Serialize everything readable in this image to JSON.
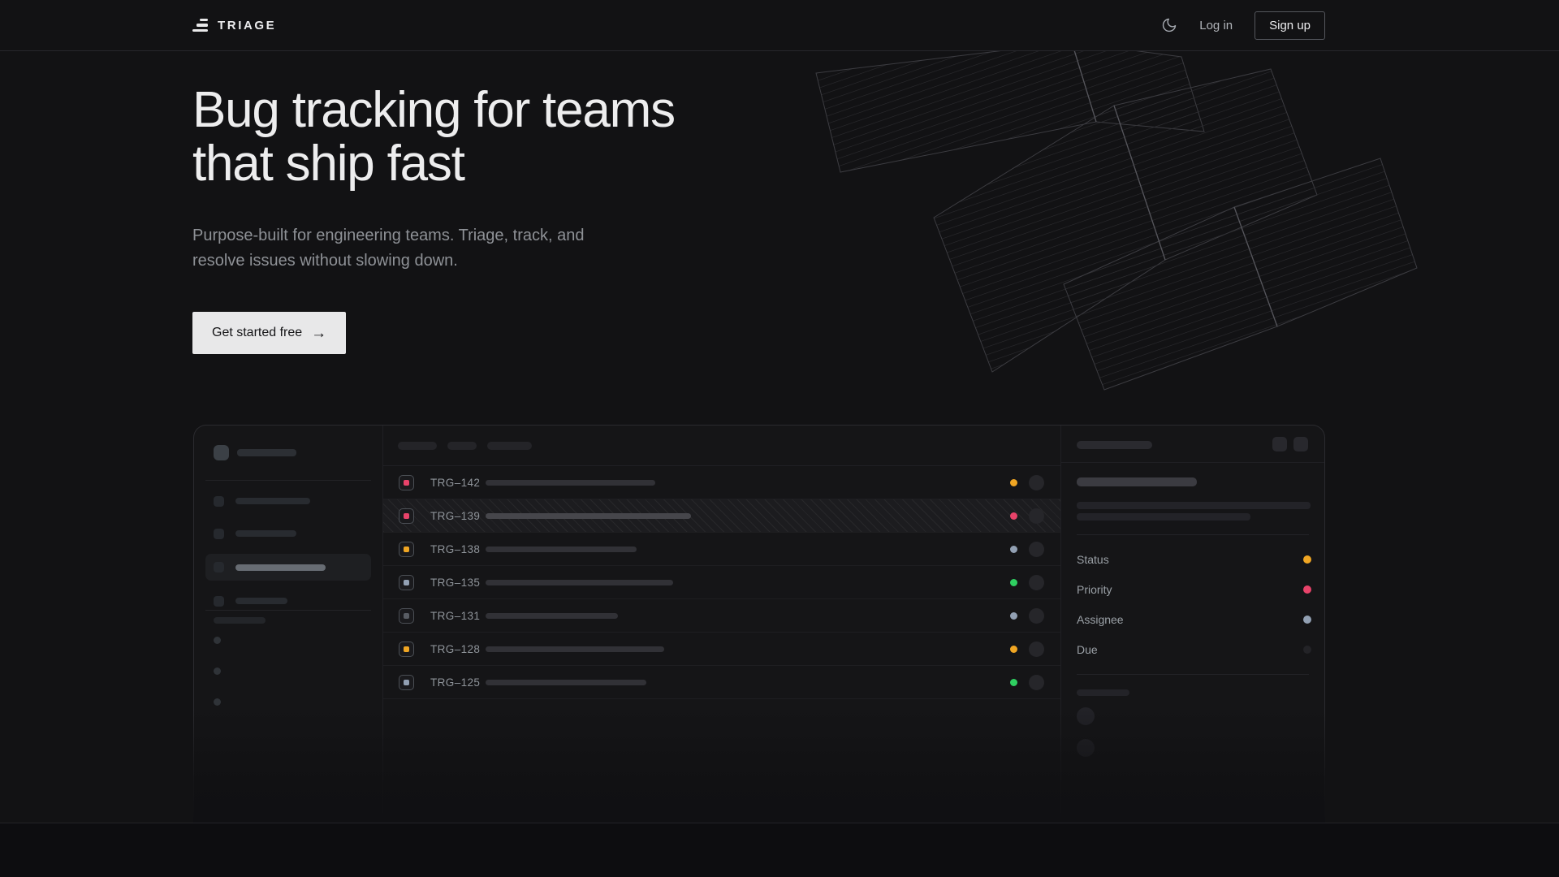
{
  "header": {
    "brand": "TRIAGE",
    "theme_icon": "moon-icon",
    "login": "Log in",
    "signup": "Sign up"
  },
  "hero": {
    "title_line1": "Bug tracking for teams",
    "title_line2": "that ship fast",
    "subtitle_line1": "Purpose-built for engineering teams. Triage, track, and",
    "subtitle_line2": "resolve issues without slowing down.",
    "cta_label": "Get started free",
    "cta_arrow": "→"
  },
  "colors": {
    "amber": "#f0a623",
    "pink": "#e8436a",
    "slate": "#92a0b3",
    "green": "#2fd061",
    "muted": "#585c63",
    "dark": "#232327"
  },
  "mockup": {
    "sidebar": {
      "workspace_pill_width": 73,
      "items": [
        {
          "pill_width": 92,
          "active": false
        },
        {
          "pill_width": 75,
          "active": false
        },
        {
          "pill_width": 111,
          "active": true
        },
        {
          "pill_width": 64,
          "active": false
        }
      ],
      "section_pill_width": 64,
      "dot_count": 3
    },
    "list": {
      "header_pill_widths": [
        48,
        36,
        55
      ],
      "issues": [
        {
          "id": "TRG–142",
          "icon_color": "pink",
          "title_bar_width": 209,
          "title_bar_bright": false,
          "status_color": "amber",
          "hatched": false
        },
        {
          "id": "TRG–139",
          "icon_color": "pink",
          "title_bar_width": 253,
          "title_bar_bright": true,
          "status_color": "pink",
          "hatched": true
        },
        {
          "id": "TRG–138",
          "icon_color": "amber",
          "title_bar_width": 186,
          "title_bar_bright": false,
          "status_color": "slate",
          "hatched": false
        },
        {
          "id": "TRG–135",
          "icon_color": "slate",
          "title_bar_width": 231,
          "title_bar_bright": false,
          "status_color": "green",
          "hatched": false
        },
        {
          "id": "TRG–131",
          "icon_color": "muted",
          "title_bar_width": 163,
          "title_bar_bright": false,
          "status_color": "slate",
          "hatched": false
        },
        {
          "id": "TRG–128",
          "icon_color": "amber",
          "title_bar_width": 220,
          "title_bar_bright": false,
          "status_color": "amber",
          "hatched": false
        },
        {
          "id": "TRG–125",
          "icon_color": "slate",
          "title_bar_width": 198,
          "title_bar_bright": false,
          "status_color": "green",
          "hatched": false
        }
      ]
    },
    "detail": {
      "header_pill_width": 93,
      "title_pill_width": 148,
      "desc_widths": [
        288,
        214
      ],
      "fields": [
        {
          "label": "Status",
          "dot_color": "amber"
        },
        {
          "label": "Priority",
          "dot_color": "pink"
        },
        {
          "label": "Assignee",
          "dot_color": "slate"
        },
        {
          "label": "Due",
          "dot_color": "dark"
        }
      ],
      "footer_pill_width": 65,
      "avatar_count": 2
    }
  }
}
